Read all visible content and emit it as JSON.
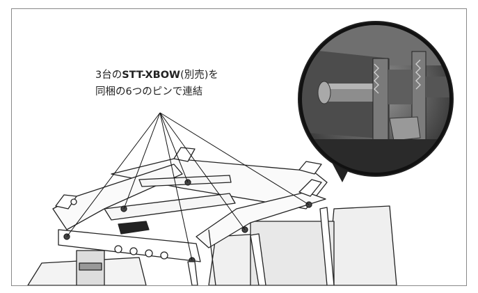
{
  "caption": {
    "line1_prefix": "3台の",
    "line1_product": "STT-XBOW",
    "line1_suffix": "(別売)を",
    "line2": "同梱の6つのピンで連結"
  }
}
